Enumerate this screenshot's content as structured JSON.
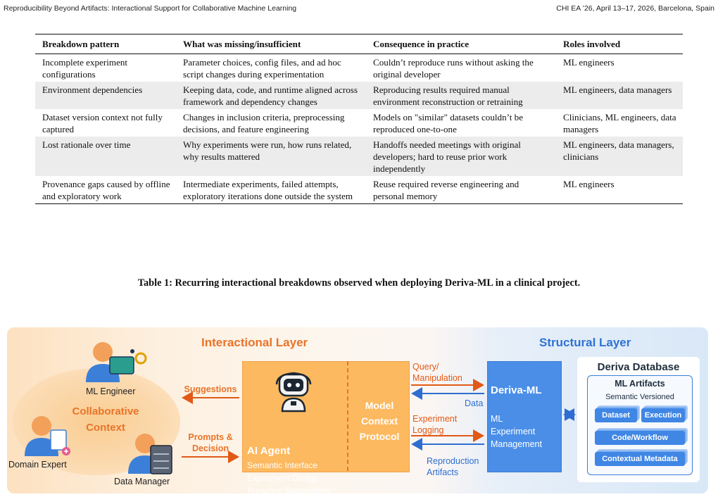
{
  "running_head": {
    "left": "Reproducibility Beyond Artifacts: Interactional Support for Collaborative Machine Learning",
    "right": "CHI EA ’26, April 13–17, 2026, Barcelona, Spain"
  },
  "table": {
    "headers": [
      "Breakdown pattern",
      "What was missing/insufficient",
      "Consequence in practice",
      "Roles involved"
    ],
    "rows": [
      [
        "Incomplete experiment configurations",
        "Parameter choices, config files, and ad hoc script changes during experimentation",
        "Couldn’t reproduce runs without asking the original developer",
        "ML engineers"
      ],
      [
        "Environment dependencies",
        "Keeping data, code, and runtime aligned across framework and dependency changes",
        "Reproducing results required manual environment reconstruction or retraining",
        "ML engineers, data managers"
      ],
      [
        "Dataset version context not fully captured",
        "Changes in inclusion criteria, preprocessing decisions, and feature engineering",
        "Models on \"similar\" datasets couldn’t be reproduced one-to-one",
        "Clinicians, ML engineers, data managers"
      ],
      [
        "Lost rationale over time",
        "Why experiments were run, how runs related, why results mattered",
        "Handoffs needed meetings with original developers; hard to reuse prior work independently",
        "ML engineers, data managers, clinicians"
      ],
      [
        "Provenance gaps caused by offline and exploratory work",
        "Intermediate experiments, failed attempts, exploratory iterations done outside the system",
        "Reuse required reverse engineering and personal memory",
        "ML engineers"
      ]
    ],
    "caption": "Table 1: Recurring interactional breakdowns observed when deploying Deriva-ML in a clinical project."
  },
  "figure": {
    "interactional_layer": "Interactional Layer",
    "structural_layer": "Structural Layer",
    "collab_line1": "Collaborative",
    "collab_line2": "Context",
    "ml_engineer": "ML Engineer",
    "domain_expert": "Domain Expert",
    "data_manager": "Data Manager",
    "suggestions": "Suggestions",
    "prompts_line1": "Prompts &",
    "prompts_line2": "Decision",
    "agent_title": "AI Agent",
    "agent_items": [
      "Semantic Interface",
      "Experiment Design",
      "Proactive Suggestions"
    ],
    "mcp": [
      "Model",
      "Context",
      "Protocol"
    ],
    "query_line1": "Query/",
    "query_line2": "Manipulation",
    "data": "Data",
    "exp_log_line1": "Experiment",
    "exp_log_line2": "Logging",
    "repro_line1": "Reproduction",
    "repro_line2": "Artifacts",
    "dml_title": "Deriva-ML",
    "dml_items": [
      "ML",
      "Experiment",
      "Management"
    ],
    "db_title": "Deriva Database",
    "artifacts_title": "ML Artifacts",
    "artifacts_sub": "Semantic Versioned",
    "artifacts": [
      "Dataset",
      "Execution",
      "Code/Workflow",
      "Contextual Metadata"
    ],
    "colors": {
      "orange": "#e8742a",
      "blue": "#2f73d3"
    }
  }
}
